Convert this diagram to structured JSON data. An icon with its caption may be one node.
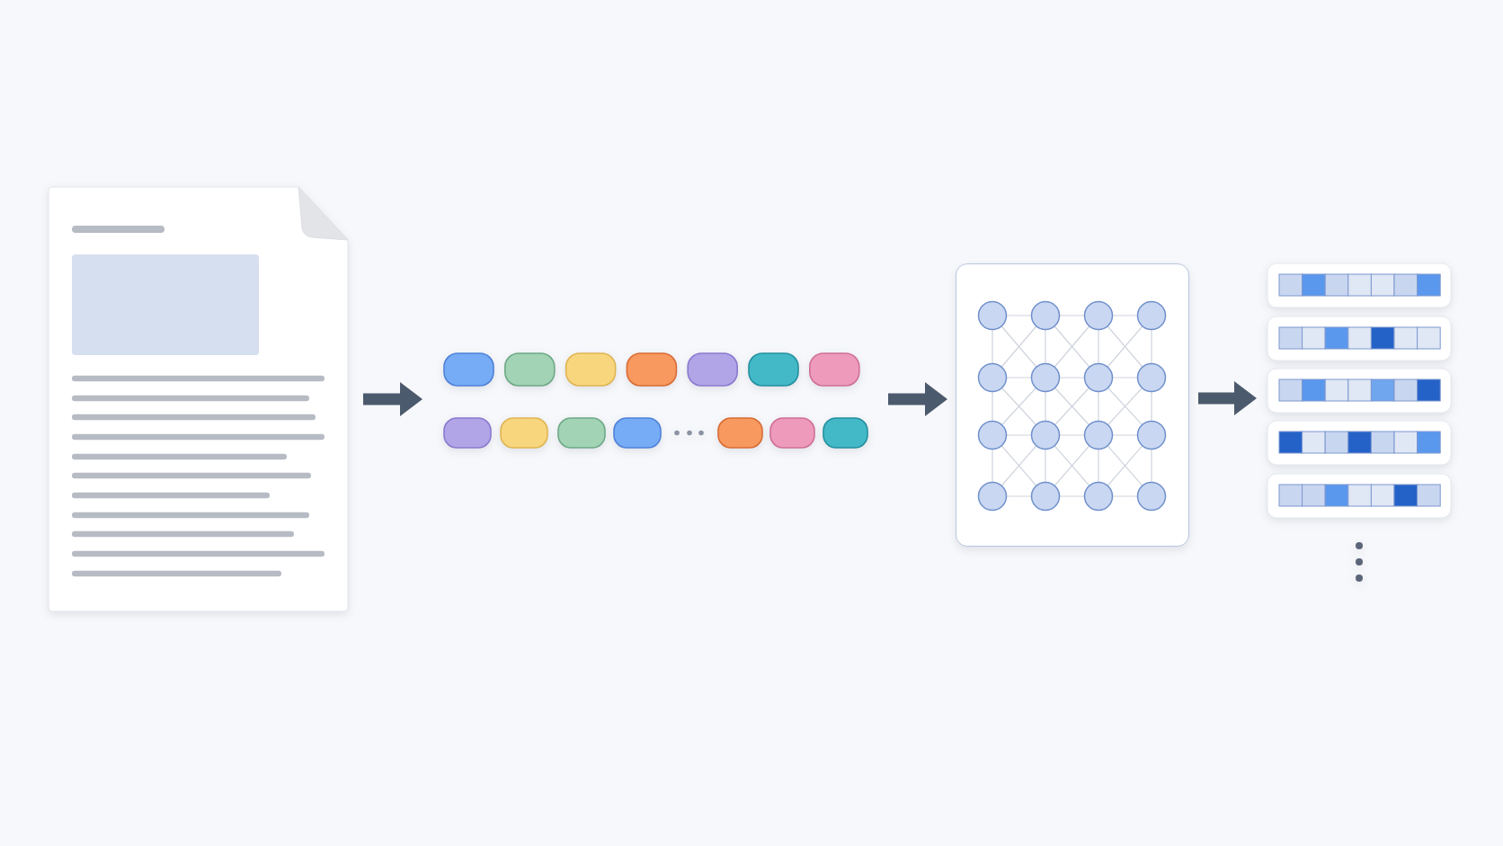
{
  "diagram": {
    "nodes": [
      {
        "text": [],
        "shape": "picture"
      },
      {
        "text": [],
        "shape": "picture"
      },
      {
        "text": [],
        "shape": "box"
      },
      {
        "text": [],
        "shape": "picture"
      }
    ],
    "edges": [
      {
        "from": 0,
        "to": 1,
        "arrow": "to"
      },
      {
        "from": 1,
        "to": 2,
        "arrow": "to"
      },
      {
        "from": 2,
        "to": 3,
        "arrow": "to"
      }
    ]
  }
}
